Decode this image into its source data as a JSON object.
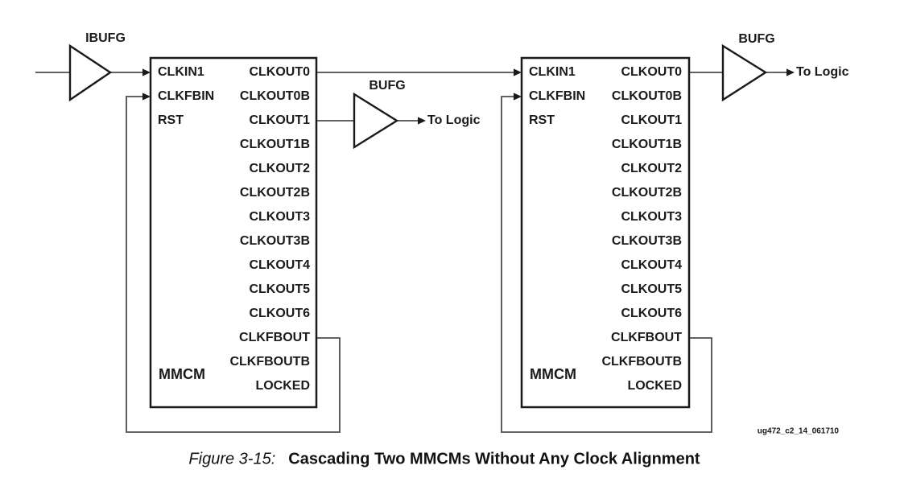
{
  "figure": {
    "input_buffer_label": "IBUFG",
    "mid_buffer_label": "BUFG",
    "out_buffer_label": "BUFG",
    "to_logic_mid": "To Logic",
    "to_logic_out": "To Logic",
    "watermark": "ug472_c2_14_061710",
    "blocks": [
      {
        "name": "MMCM",
        "left_pins": [
          "CLKIN1",
          "CLKFBIN",
          "RST"
        ],
        "right_pins": [
          "CLKOUT0",
          "CLKOUT0B",
          "CLKOUT1",
          "CLKOUT1B",
          "CLKOUT2",
          "CLKOUT2B",
          "CLKOUT3",
          "CLKOUT3B",
          "CLKOUT4",
          "CLKOUT5",
          "CLKOUT6",
          "CLKFBOUT",
          "CLKFBOUTB",
          "LOCKED"
        ]
      },
      {
        "name": "MMCM",
        "left_pins": [
          "CLKIN1",
          "CLKFBIN",
          "RST"
        ],
        "right_pins": [
          "CLKOUT0",
          "CLKOUT0B",
          "CLKOUT1",
          "CLKOUT1B",
          "CLKOUT2",
          "CLKOUT2B",
          "CLKOUT3",
          "CLKOUT3B",
          "CLKOUT4",
          "CLKOUT5",
          "CLKOUT6",
          "CLKFBOUT",
          "CLKFBOUTB",
          "LOCKED"
        ]
      }
    ],
    "caption": {
      "label": "Figure 3-15:",
      "title": "Cascading Two MMCMs Without Any Clock Alignment"
    },
    "colors": {
      "wire": "#4d4d4d",
      "outline": "#1a1a1a",
      "text": "#1a1a1a",
      "background": "#ffffff"
    }
  }
}
